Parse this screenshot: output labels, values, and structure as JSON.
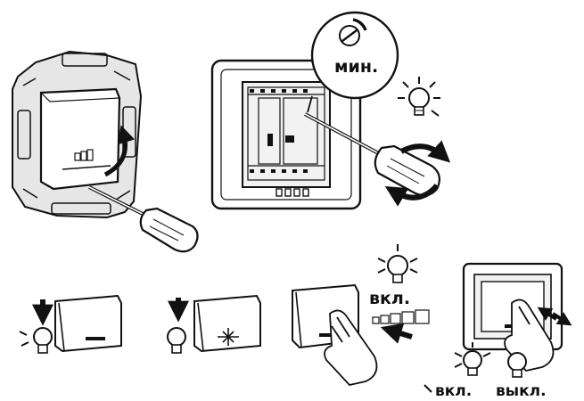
{
  "labels": {
    "min": "мин.",
    "on_top": "вкл.",
    "on_bottom": "вкл.",
    "off_bottom": "выкл."
  },
  "colors": {
    "ink": "#111111",
    "panel": "#f2f2f2",
    "frame_shade": "#bdbdbd"
  },
  "icons": [
    "screwdriver-icon",
    "lightbulb-icon",
    "rotate-arrow-icon",
    "push-arrow-icon",
    "hand-icon"
  ]
}
